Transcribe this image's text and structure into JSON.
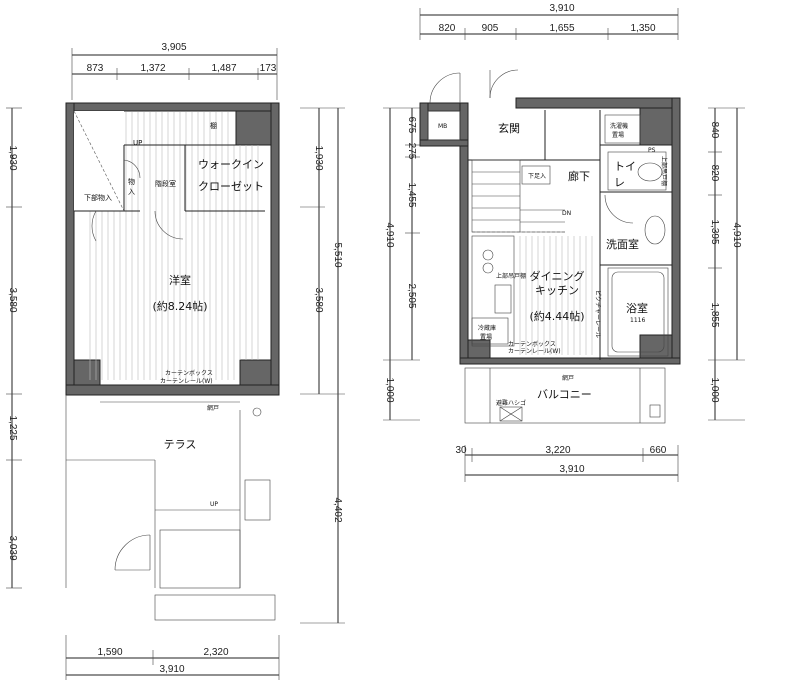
{
  "left_plan": {
    "dims_top": {
      "total": "3,905",
      "segments": [
        "873",
        "1,372",
        "1,487",
        "173"
      ]
    },
    "dims_left": [
      "1,930",
      "3,580",
      "1,225",
      "3,039"
    ],
    "dims_right": [
      "1,930",
      "5,510",
      "3,580",
      "4,402"
    ],
    "dims_bottom": {
      "segments": [
        "1,590",
        "2,320"
      ],
      "total": "3,910"
    },
    "rooms": {
      "western_room": "洋室",
      "western_room_size": "(約8.24帖)",
      "walk_in_1": "ウォークイン",
      "walk_in_2": "クローゼット",
      "stair_room": "階段室",
      "storage_1": "物",
      "storage_2": "入",
      "under_storage": "下部物入",
      "shelf": "棚",
      "up_label": "UP",
      "terrace": "テラス",
      "terrace_up": "UP",
      "curtain_box": "カーテンボックス",
      "curtain_rail": "カーテンレール(W)",
      "screen_door": "網戸"
    }
  },
  "right_plan": {
    "dims_top": {
      "total": "3,910",
      "segments": [
        "820",
        "905",
        "1,655",
        "1,350"
      ]
    },
    "dims_left": [
      "675",
      "275",
      "1,455",
      "4,910",
      "2,505",
      "1,000"
    ],
    "dims_right": [
      "840",
      "820",
      "1,395",
      "4,910",
      "1,855",
      "1,000"
    ],
    "dims_bottom": {
      "segments": [
        "30",
        "3,220",
        "660"
      ],
      "total": "3,910"
    },
    "rooms": {
      "entrance": "玄関",
      "hallway": "廊下",
      "toilet_1": "トイ",
      "toilet_2": "レ",
      "washroom": "洗面室",
      "bath": "浴室",
      "bath_size": "1116",
      "dining_1": "ダイニング",
      "dining_2": "キッチン",
      "dining_size": "(約4.44帖)",
      "balcony": "バルコニー",
      "mb": "MB",
      "shoes": "下足入",
      "washer_1": "洗濯機",
      "washer_2": "置場",
      "ps": "PS",
      "upper_shelf_1": "上部吊戸棚",
      "upper_shelf_2": "上部吊戸棚",
      "fridge_1": "冷蔵庫",
      "fridge_2": "置場",
      "picture_rail": "ピクチャーレール",
      "curtain_box": "カーテンボックス",
      "curtain_rail": "カーテンレール(W)",
      "screen_door": "網戸",
      "escape_ladder": "避難ハシゴ",
      "dn": "DN"
    }
  }
}
